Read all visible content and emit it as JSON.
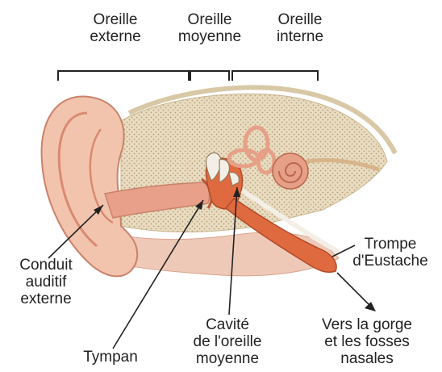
{
  "labels": {
    "outer_ear": [
      "Oreille",
      "externe"
    ],
    "middle_ear": [
      "Oreille",
      "moyenne"
    ],
    "inner_ear": [
      "Oreille",
      "interne"
    ],
    "ear_canal": [
      "Conduit",
      "auditif",
      "externe"
    ],
    "eardrum": [
      "Tympan"
    ],
    "middle_ear_cavity": [
      "Cavité",
      "de l'oreille",
      "moyenne"
    ],
    "eustachian_tube": [
      "Trompe",
      "d'Eustache"
    ],
    "to_throat": [
      "Vers la gorge",
      "et les fosses",
      "nasales"
    ]
  },
  "colors": {
    "skin": "#f2c4ae",
    "skin_dark": "#d98a70",
    "canal": "#e8a08a",
    "bone": "#e9dcc0",
    "bone_dot": "#b59e7a",
    "cavity": "#e06a40",
    "cochlea": "#e7a088",
    "line": "#222222",
    "text": "#222222"
  }
}
